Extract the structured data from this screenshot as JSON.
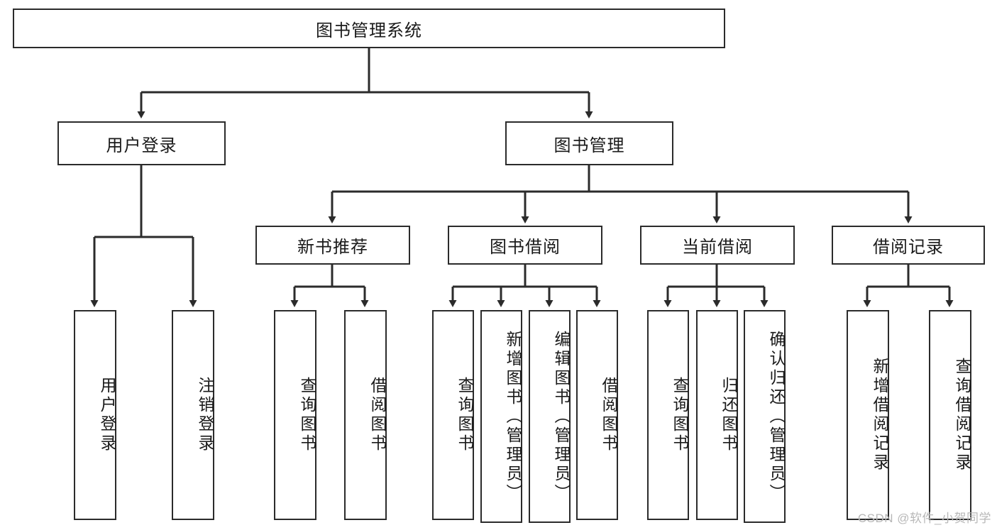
{
  "diagram": {
    "title": "图书管理系统",
    "type": "hierarchy-tree",
    "root": {
      "id": "root",
      "label": "图书管理系统"
    },
    "level1": [
      {
        "id": "user-login",
        "label": "用户登录"
      },
      {
        "id": "book-management",
        "label": "图书管理"
      }
    ],
    "level2": [
      {
        "id": "new-book-recommend",
        "label": "新书推荐",
        "parent": "book-management"
      },
      {
        "id": "book-borrow",
        "label": "图书借阅",
        "parent": "book-management"
      },
      {
        "id": "current-borrow",
        "label": "当前借阅",
        "parent": "book-management"
      },
      {
        "id": "borrow-record",
        "label": "借阅记录",
        "parent": "book-management"
      }
    ],
    "leaves": {
      "user_login": [
        {
          "id": "leaf-user-login",
          "label": "用户登录"
        },
        {
          "id": "leaf-logout-login",
          "label": "注销登录"
        }
      ],
      "new_book_recommend": [
        {
          "id": "leaf-query-book-1",
          "label": "查询图书"
        },
        {
          "id": "leaf-borrow-book-1",
          "label": "借阅图书"
        }
      ],
      "book_borrow": [
        {
          "id": "leaf-query-book-2",
          "label": "查询图书"
        },
        {
          "id": "leaf-add-book",
          "label": "新增图书（管理员）"
        },
        {
          "id": "leaf-edit-book",
          "label": "编辑图书（管理员）"
        },
        {
          "id": "leaf-borrow-book-2",
          "label": "借阅图书"
        }
      ],
      "current_borrow": [
        {
          "id": "leaf-query-book-3",
          "label": "查询图书"
        },
        {
          "id": "leaf-return-book",
          "label": "归还图书"
        },
        {
          "id": "leaf-confirm-return",
          "label": "确认归还（管理员）"
        }
      ],
      "borrow_record": [
        {
          "id": "leaf-add-record",
          "label": "新增借阅记录"
        },
        {
          "id": "leaf-query-record",
          "label": "查询借阅记录"
        }
      ]
    }
  },
  "watermark": {
    "text": "CSDN @软件_小贺同学"
  },
  "colors": {
    "stroke": "#2b2b2b",
    "fill": "#ffffff",
    "text": "#1a1a1a",
    "watermark": "#b8b8b8"
  }
}
